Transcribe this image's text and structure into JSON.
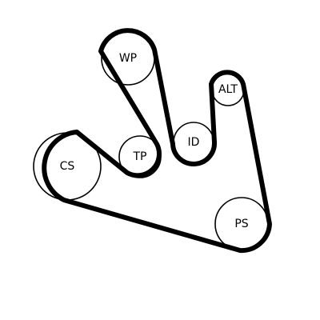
{
  "diagram": {
    "colors": {
      "background": "#ffffff",
      "belt": "#000000",
      "pulley_fill": "#ffffff",
      "pulley_stroke": "#000000",
      "label": "#000000"
    },
    "pulleys": [
      {
        "id": "wp",
        "label": "WP"
      },
      {
        "id": "alt",
        "label": "ALT"
      },
      {
        "id": "id",
        "label": "ID"
      },
      {
        "id": "tp",
        "label": "TP"
      },
      {
        "id": "cs",
        "label": "CS"
      },
      {
        "id": "ps",
        "label": "PS"
      }
    ]
  }
}
